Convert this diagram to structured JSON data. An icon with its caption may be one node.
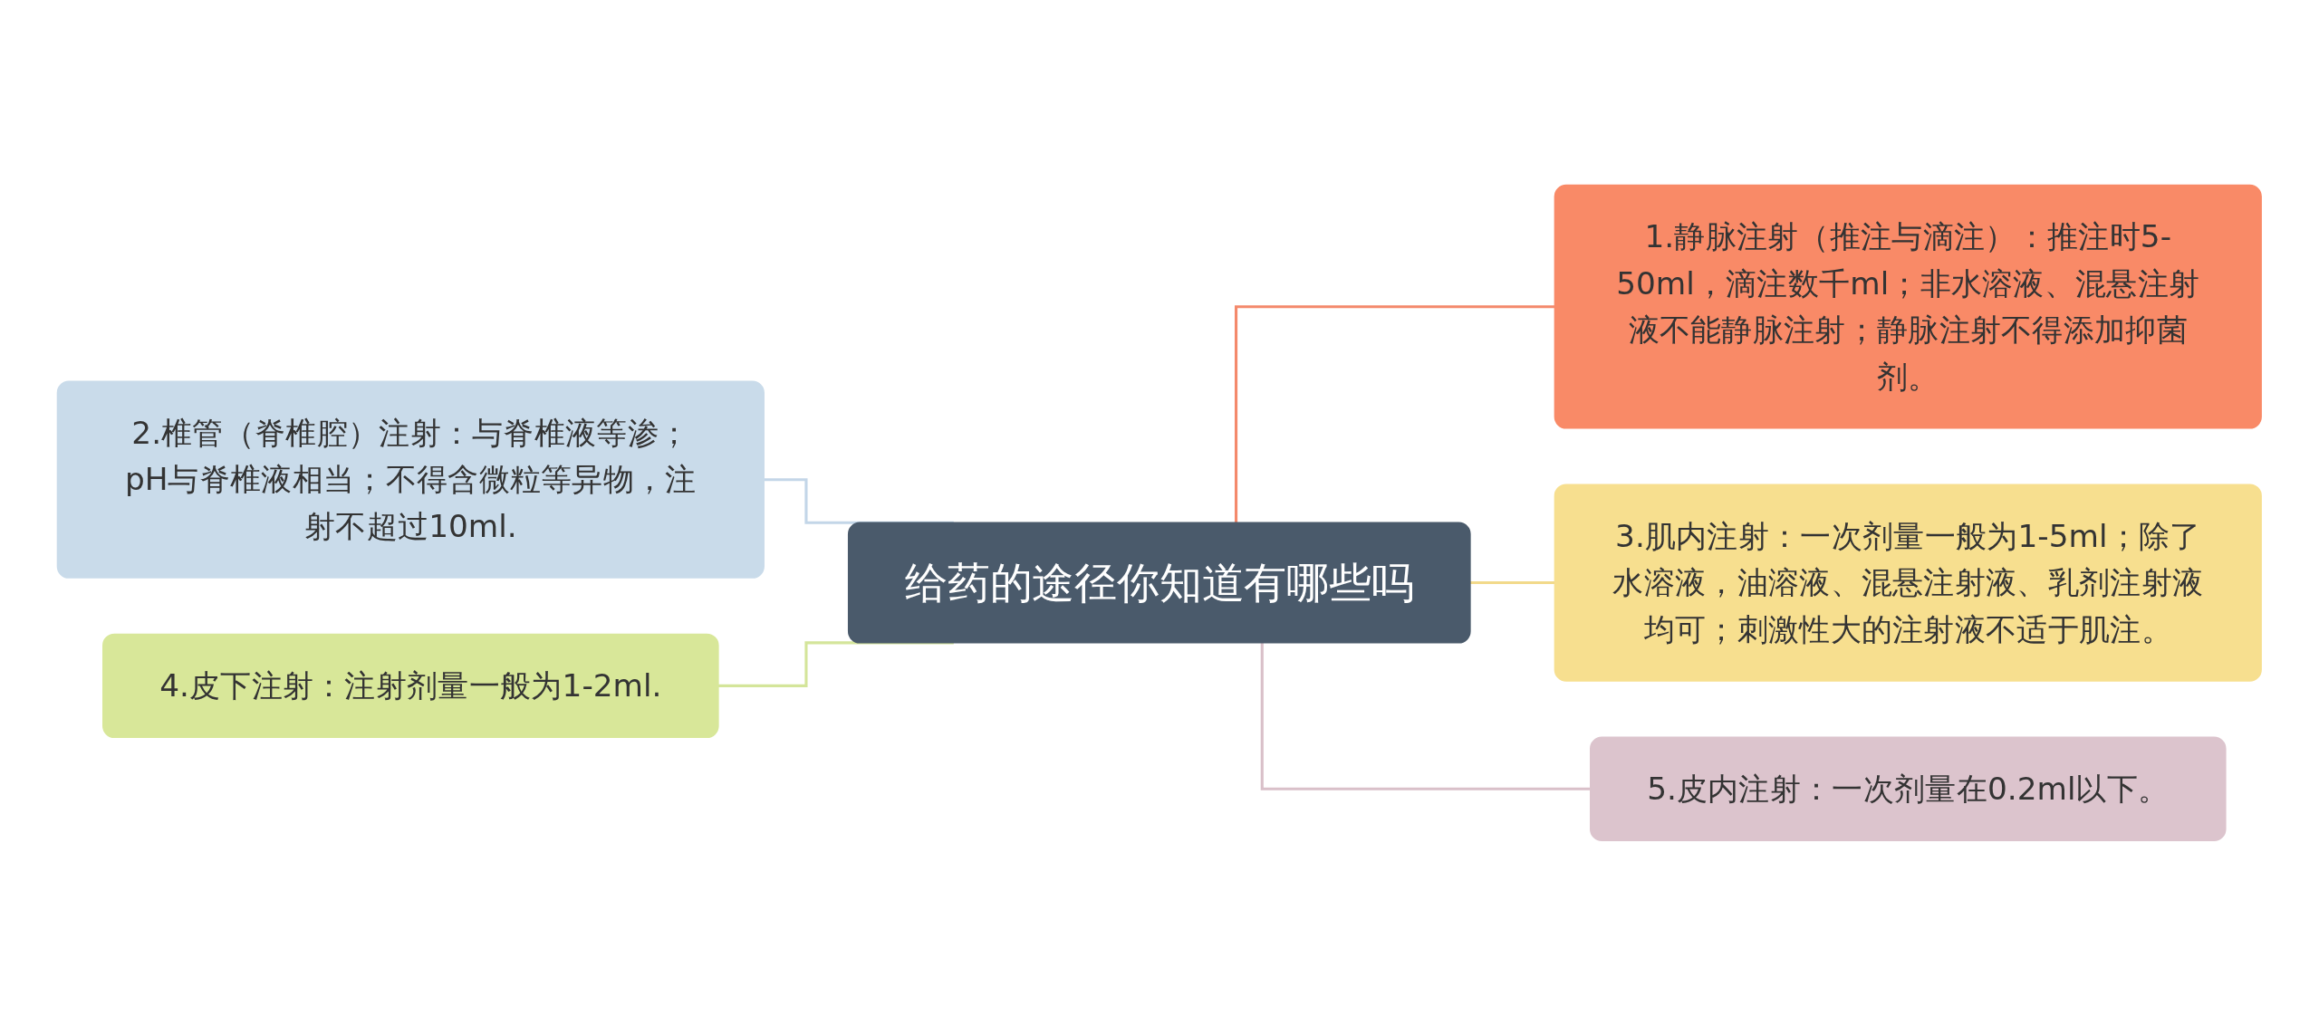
{
  "diagram": {
    "nodes": [
      {
        "text": [
          "给药的途径你知道有哪些吗"
        ]
      },
      {
        "text": [
          "1.静脉注射（推注与滴注）：推注时5-50ml，滴注数千ml；非水溶液、混悬注射液不能静脉注射；静脉注射不得添加抑菌剂。"
        ]
      },
      {
        "text": [
          "2.椎管（脊椎腔）注射：与脊椎液等渗；pH与脊椎液相当；不得含微粒等异物，注射不超过10ml."
        ]
      },
      {
        "text": [
          "3.肌内注射：一次剂量一般为1-5ml；除了水溶液，油溶液、混悬注射液、乳剂注射液均可；刺激性大的注射液不适于肌注。"
        ]
      },
      {
        "text": [
          "4.皮下注射：注射剂量一般为1-2ml."
        ]
      },
      {
        "text": [
          "5.皮内注射：一次剂量在0.2ml以下。"
        ]
      }
    ],
    "edges": [
      {
        "from": 0,
        "to": 1,
        "arrow": "none",
        "color": "#f4896b"
      },
      {
        "from": 0,
        "to": 2,
        "arrow": "none",
        "color": "#c3d6e8"
      },
      {
        "from": 0,
        "to": 3,
        "arrow": "none",
        "color": "#f2d98a"
      },
      {
        "from": 0,
        "to": 4,
        "arrow": "none",
        "color": "#d4e59a"
      },
      {
        "from": 0,
        "to": 5,
        "arrow": "none",
        "color": "#d9c0c9"
      }
    ]
  }
}
